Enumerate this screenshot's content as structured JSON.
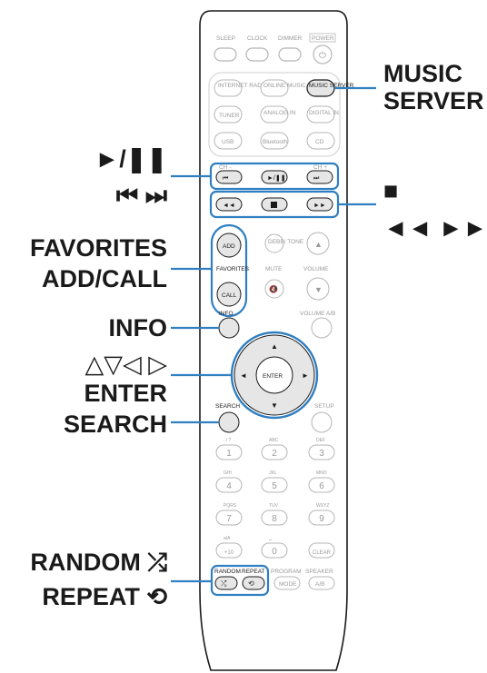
{
  "callouts": {
    "music_server": "MUSIC\nSERVER",
    "play_pause": "►/❚❚",
    "skip": "⏮ ⏭",
    "stop": "■",
    "rew_ff": "◄◄ ►►",
    "favorites": "FAVORITES\nADD/CALL",
    "info": "INFO",
    "cursor": "△▽◁ ▷",
    "enter": "ENTER",
    "search": "SEARCH",
    "random": "RANDOM",
    "repeat": "REPEAT"
  },
  "remote": {
    "row_top": [
      "SLEEP",
      "CLOCK",
      "DIMMER",
      "POWER"
    ],
    "sources_row1": [
      "INTERNET RADIO",
      "ONLINE MUSIC",
      "MUSIC SERVER"
    ],
    "sources_row2": [
      "TUNER",
      "ANALOG IN",
      "DIGITAL IN"
    ],
    "sources_row3": [
      "USB",
      "Bluetooth",
      "CD"
    ],
    "ch_minus": "CH -",
    "ch_plus": "CH +",
    "favorites_add": "ADD",
    "favorites_label": "FAVORITES",
    "favorites_call": "CALL",
    "dimmer_tone": "DEBB/ TONE",
    "mute": "MUTE",
    "volume": "VOLUME",
    "info": "INFO",
    "volume_ab": "VOLUME A/B",
    "enter": "ENTER",
    "search": "SEARCH",
    "setup": "SETUP",
    "keypad": [
      {
        "sub": ". / ?",
        "key": "1"
      },
      {
        "sub": "ABC",
        "key": "2"
      },
      {
        "sub": "DEF",
        "key": "3"
      },
      {
        "sub": "GHI",
        "key": "4"
      },
      {
        "sub": "JKL",
        "key": "5"
      },
      {
        "sub": "MNO",
        "key": "6"
      },
      {
        "sub": "PQRS",
        "key": "7"
      },
      {
        "sub": "TUV",
        "key": "8"
      },
      {
        "sub": "WXYZ",
        "key": "9"
      },
      {
        "sub": "a/A",
        "key": "+10"
      },
      {
        "sub": "␣",
        "key": "0"
      },
      {
        "sub": "",
        "key": "CLEAR"
      }
    ],
    "random": "RANDOM",
    "repeat": "REPEAT",
    "program": "PROGRAM",
    "mode": "MODE",
    "speaker": "SPEAKER",
    "ab": "A/B"
  },
  "colors": {
    "highlight": "#2f7fc1",
    "text": "#1a1a1a",
    "button_outline": "#b5b5b5",
    "key_fill": "#e6e6e6"
  }
}
